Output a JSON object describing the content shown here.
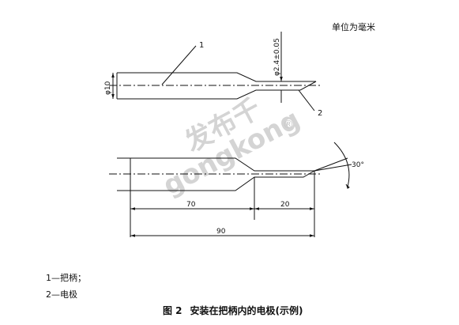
{
  "unit_note": "单位为毫米",
  "labels": {
    "part1": "1",
    "part2": "2",
    "dia_handle": "φ10",
    "dia_electrode": "φ2.4±0.05",
    "angle": "30°",
    "dim_70": "70",
    "dim_20": "20",
    "dim_90": "90"
  },
  "legend": [
    "1—把柄；",
    "2—电极"
  ],
  "caption": {
    "figure_no": "图 2",
    "title": "安装在把柄内的电极(示例)"
  },
  "watermark": {
    "cn": "发布千",
    "en": "gongkong",
    "reg": "®"
  }
}
